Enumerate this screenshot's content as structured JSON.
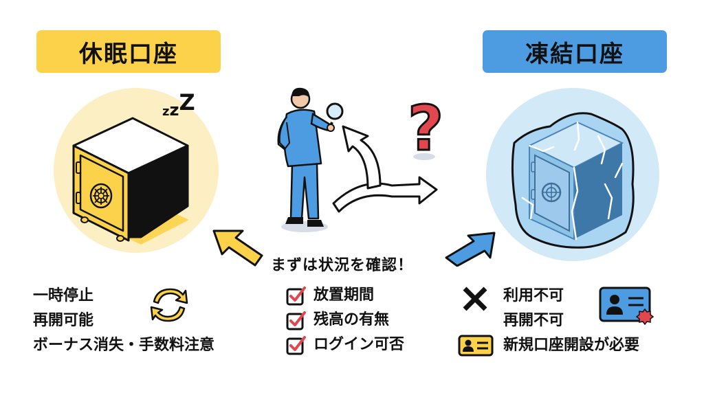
{
  "left": {
    "title": "休眠口座",
    "color": "#fbd24a",
    "circle_color": "#fdefc4",
    "illustration": "sleeping-safe",
    "sleep_text": "zzZ",
    "items": [
      "一時停止",
      "再開可能",
      "ボーナス消失・手数料注意"
    ],
    "side_icon": "refresh-cycle-icon"
  },
  "center": {
    "illustration": "person-with-magnifier-at-fork",
    "question_mark": "?",
    "title": "まずは状況を確認！",
    "checklist": [
      "放置期間",
      "残高の有無",
      "ログイン可否"
    ],
    "check_color": "#e2464f"
  },
  "right": {
    "title": "凍結口座",
    "color": "#4d9be0",
    "circle_color": "#d2e9f7",
    "illustration": "frozen-safe",
    "status_icon": "x-mark-icon",
    "items": [
      "利用不可",
      "再開不可"
    ],
    "note": "新規口座開設が必要",
    "side_icon": "id-card-icon"
  },
  "arrows": {
    "left_color": "#fbd24a",
    "right_color": "#4d9be0"
  }
}
